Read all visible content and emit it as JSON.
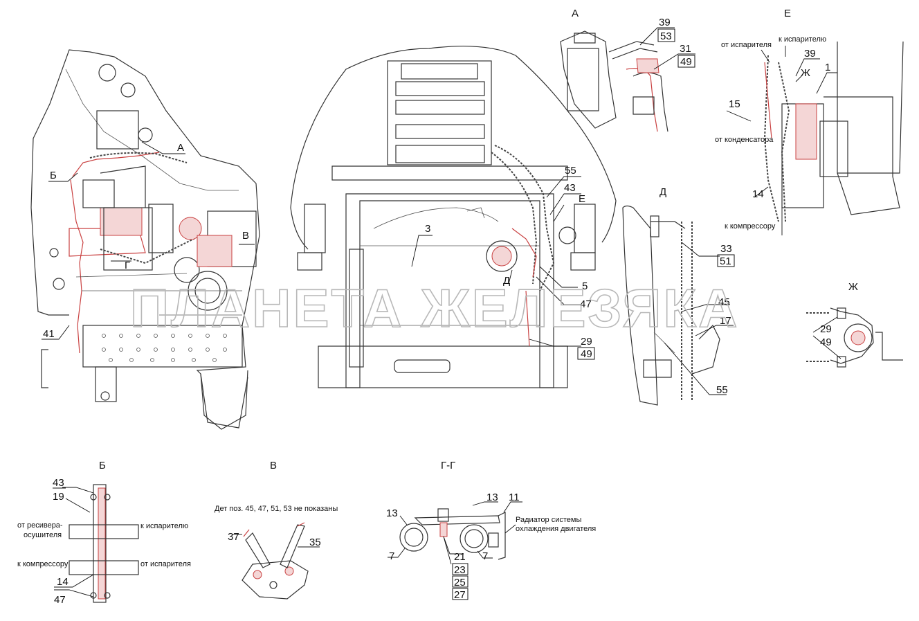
{
  "watermark": "ПЛАНЕТА ЖЕЛЕЗЯКА",
  "views": {
    "a": "А",
    "e": "Е",
    "d": "Д",
    "zh": "Ж",
    "b": "Б",
    "v": "В",
    "g": "Г-Г"
  },
  "main_left": {
    "callout_a": "А",
    "callout_b": "Б",
    "callout_v": "В",
    "callout_g": "Г",
    "pos_41": "41"
  },
  "main_center": {
    "pos_3": "3",
    "pos_55": "55",
    "pos_43": "43",
    "callout_e": "Е",
    "callout_d": "Д",
    "pos_5": "5",
    "pos_47": "47",
    "pos_29": "29",
    "pos_49": "49"
  },
  "view_a": {
    "pos_39": "39",
    "pos_53": "53",
    "pos_31": "31",
    "pos_49": "49"
  },
  "view_e": {
    "from_evaporator": "от испарителя",
    "to_evaporator": "к испарителю",
    "pos_39": "39",
    "callout_zh": "Ж",
    "pos_1": "1",
    "pos_15": "15",
    "from_condenser": "от конденсатора",
    "pos_14": "14",
    "to_compressor": "к компрессору"
  },
  "view_d": {
    "pos_33": "33",
    "pos_51": "51",
    "pos_45": "45",
    "pos_17": "17",
    "pos_55": "55"
  },
  "view_zh": {
    "pos_29": "29",
    "pos_49": "49"
  },
  "view_b": {
    "pos_43": "43",
    "pos_19": "19",
    "from_receiver": "от ресивера-",
    "from_receiver2": "осушителя",
    "to_evaporator": "к испарителю",
    "to_compressor": "к компрессору",
    "from_evaporator": "от испарителя",
    "pos_14": "14",
    "pos_47": "47"
  },
  "view_v": {
    "note": "Дет  поз. 45, 47, 51, 53 не показаны",
    "pos_37": "37",
    "pos_35": "35"
  },
  "view_g": {
    "pos_13a": "13",
    "pos_13b": "13",
    "pos_11": "11",
    "radiator1": "Радиатор системы",
    "radiator2": "охлаждения двигателя",
    "pos_7a": "7",
    "pos_21": "21",
    "pos_7b": "7",
    "pos_23": "23",
    "pos_25": "25",
    "pos_27": "27"
  }
}
